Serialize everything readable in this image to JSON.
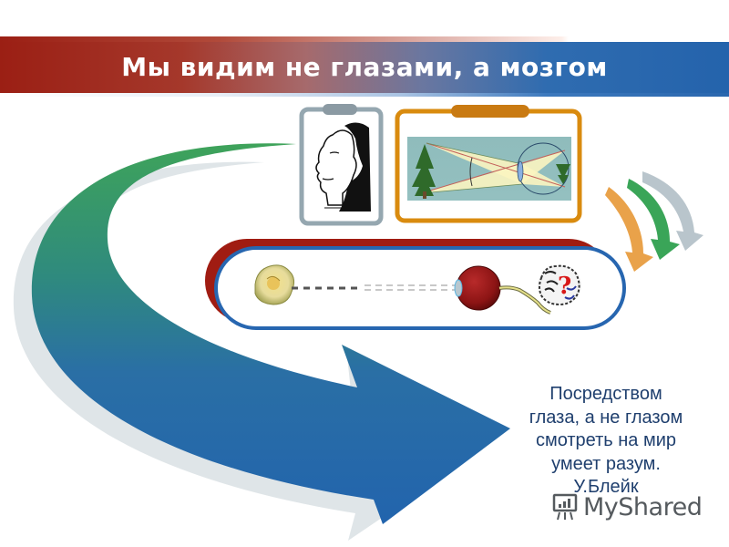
{
  "slide": {
    "title": "Мы видим не глазами, а мозгом",
    "colors": {
      "title_band_left": "#9b1f14",
      "title_band_right": "#2463ac",
      "big_arrow_top": "#3a9e5c",
      "big_arrow_bottom": "#2466ad",
      "clipboard_gray": "#8fa3ad",
      "clipboard_orange": "#d98b0f",
      "capsule_red": "#a01c12",
      "capsule_blue": "#2766b0",
      "small_arrow_orange": "#e9a24a",
      "small_arrow_green": "#3aa558",
      "small_arrow_gray": "#b8c4cc",
      "quote_text": "#1f3f6e"
    }
  },
  "images": {
    "illusion_card": {
      "description": "optical illusion drawing: face profile / figure",
      "icon": "face-illusion-icon"
    },
    "optics_card": {
      "description": "diagram of light rays from tree through eye lens forming inverted image",
      "icon": "eye-optics-diagram-icon"
    },
    "pathway": {
      "description": "rose → light path → eyeball → optic nerve → brain with question mark",
      "items": [
        "rose",
        "light-rays",
        "eyeball",
        "optic-nerve",
        "brain-question"
      ]
    }
  },
  "quote": {
    "lines": [
      "Посредством",
      "глаза, а не глазом",
      "смотреть на мир",
      "умеет разум.",
      "У.Блейк"
    ]
  },
  "watermark": {
    "label": "MyShared",
    "icon": "presentation-board-icon"
  }
}
